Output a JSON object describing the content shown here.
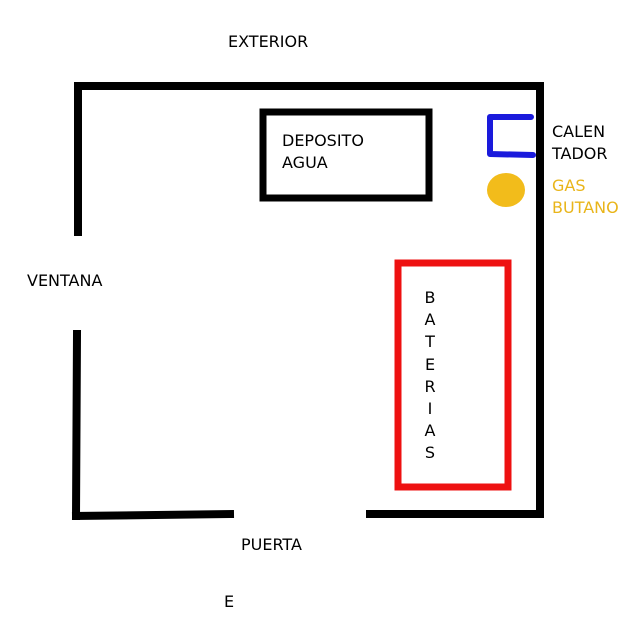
{
  "labels": {
    "exterior": "EXTERIOR",
    "ventana": "VENTANA",
    "puerta": "PUERTA",
    "e": "E",
    "deposito_line1": "DEPOSITO",
    "deposito_line2": "AGUA",
    "calentador_line1": "CALEN",
    "calentador_line2": "TADOR",
    "gas_line1": "GAS",
    "gas_line2": "BUTANO",
    "baterias": [
      "B",
      "A",
      "T",
      "E",
      "R",
      "I",
      "A",
      "S"
    ]
  },
  "colors": {
    "walls": "#000000",
    "deposito": "#000000",
    "baterias": "#ee1111",
    "calentador": "#1a1adc",
    "gas": "#f2bc1b",
    "gas_text": "#e9b51a",
    "text": "#000000"
  }
}
